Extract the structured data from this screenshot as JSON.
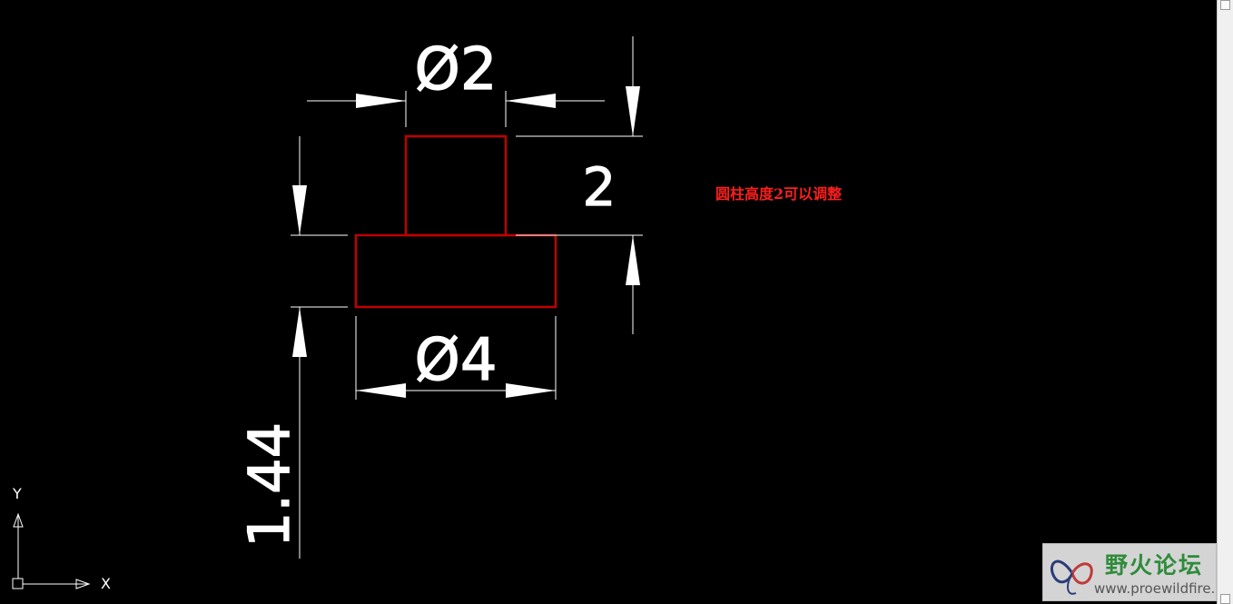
{
  "drawing": {
    "dims": {
      "top_diameter": "Ø2",
      "bottom_diameter": "Ø4",
      "cylinder_height": "2",
      "base_height": "1.44"
    },
    "note": "圆柱高度2可以调整",
    "colors": {
      "background": "#000000",
      "geometry": "#c00000",
      "dimension": "#ffffff",
      "note": "#ff1e1e"
    }
  },
  "ucs": {
    "x_label": "X",
    "y_label": "Y"
  },
  "watermark": {
    "title": "野火论坛",
    "url": "www.proewildfire.c"
  }
}
